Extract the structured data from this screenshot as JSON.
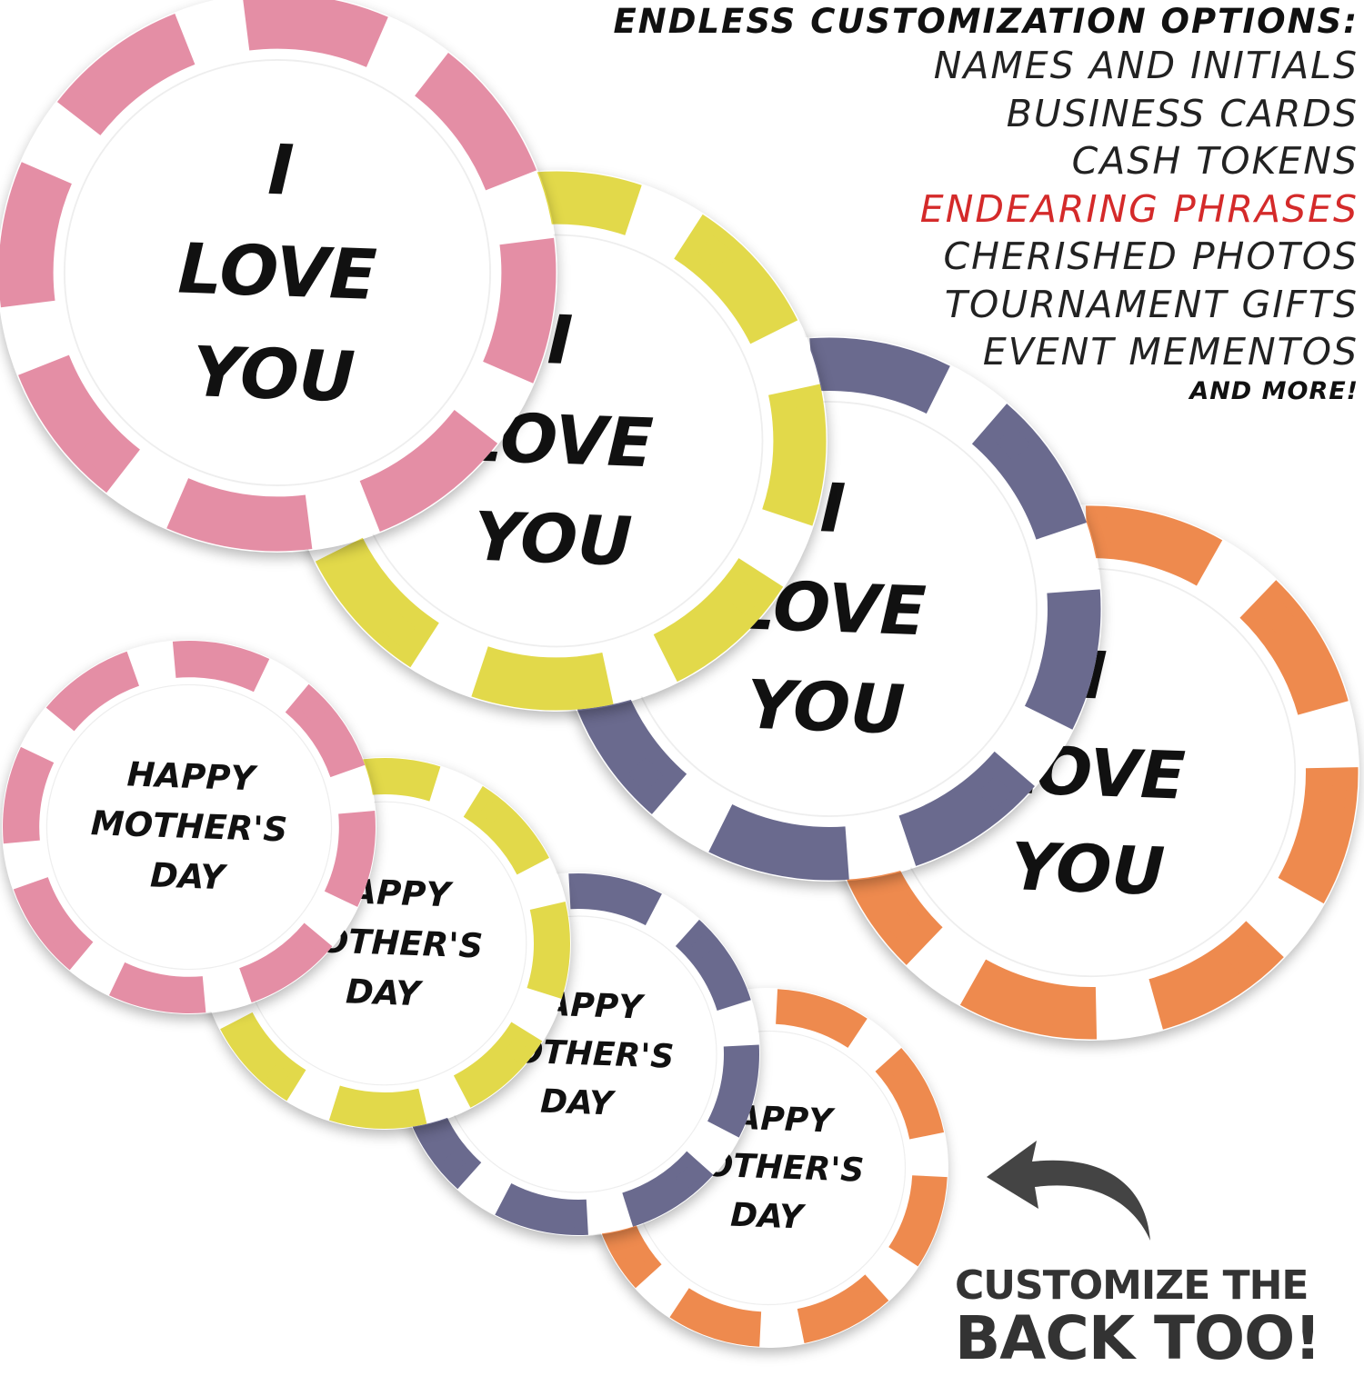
{
  "colors": {
    "pink": "#e48ea5",
    "yellow": "#e2d94a",
    "slate": "#6a6a8e",
    "orange": "#ee8a4e",
    "highlight": "#d42a2a",
    "arrow": "#444444"
  },
  "chip_messages": {
    "love": "I\nLOVE\nYOU",
    "mothers": "HAPPY\nMOTHER'S\nDAY"
  },
  "chips": [
    {
      "id": "mothers-orange",
      "color": "orange",
      "message": "mothers"
    },
    {
      "id": "mothers-slate",
      "color": "slate",
      "message": "mothers"
    },
    {
      "id": "mothers-yellow",
      "color": "yellow",
      "message": "mothers"
    },
    {
      "id": "mothers-pink",
      "color": "pink",
      "message": "mothers"
    },
    {
      "id": "love-orange",
      "color": "orange",
      "message": "love"
    },
    {
      "id": "love-slate",
      "color": "slate",
      "message": "love"
    },
    {
      "id": "love-yellow",
      "color": "yellow",
      "message": "love"
    },
    {
      "id": "love-pink",
      "color": "pink",
      "message": "love"
    }
  ],
  "options": {
    "heading": "ENDLESS CUSTOMIZATION OPTIONS:",
    "items": [
      {
        "label": "NAMES AND INITIALS",
        "highlight": false
      },
      {
        "label": "BUSINESS CARDS",
        "highlight": false
      },
      {
        "label": "CASH TOKENS",
        "highlight": false
      },
      {
        "label": "ENDEARING PHRASES",
        "highlight": true
      },
      {
        "label": "CHERISHED PHOTOS",
        "highlight": false
      },
      {
        "label": "TOURNAMENT GIFTS",
        "highlight": false
      },
      {
        "label": "EVENT MEMENTOS",
        "highlight": false
      }
    ],
    "more": "AND MORE!"
  },
  "back_cta": {
    "line1": "CUSTOMIZE THE",
    "line2": "BACK TOO!"
  }
}
